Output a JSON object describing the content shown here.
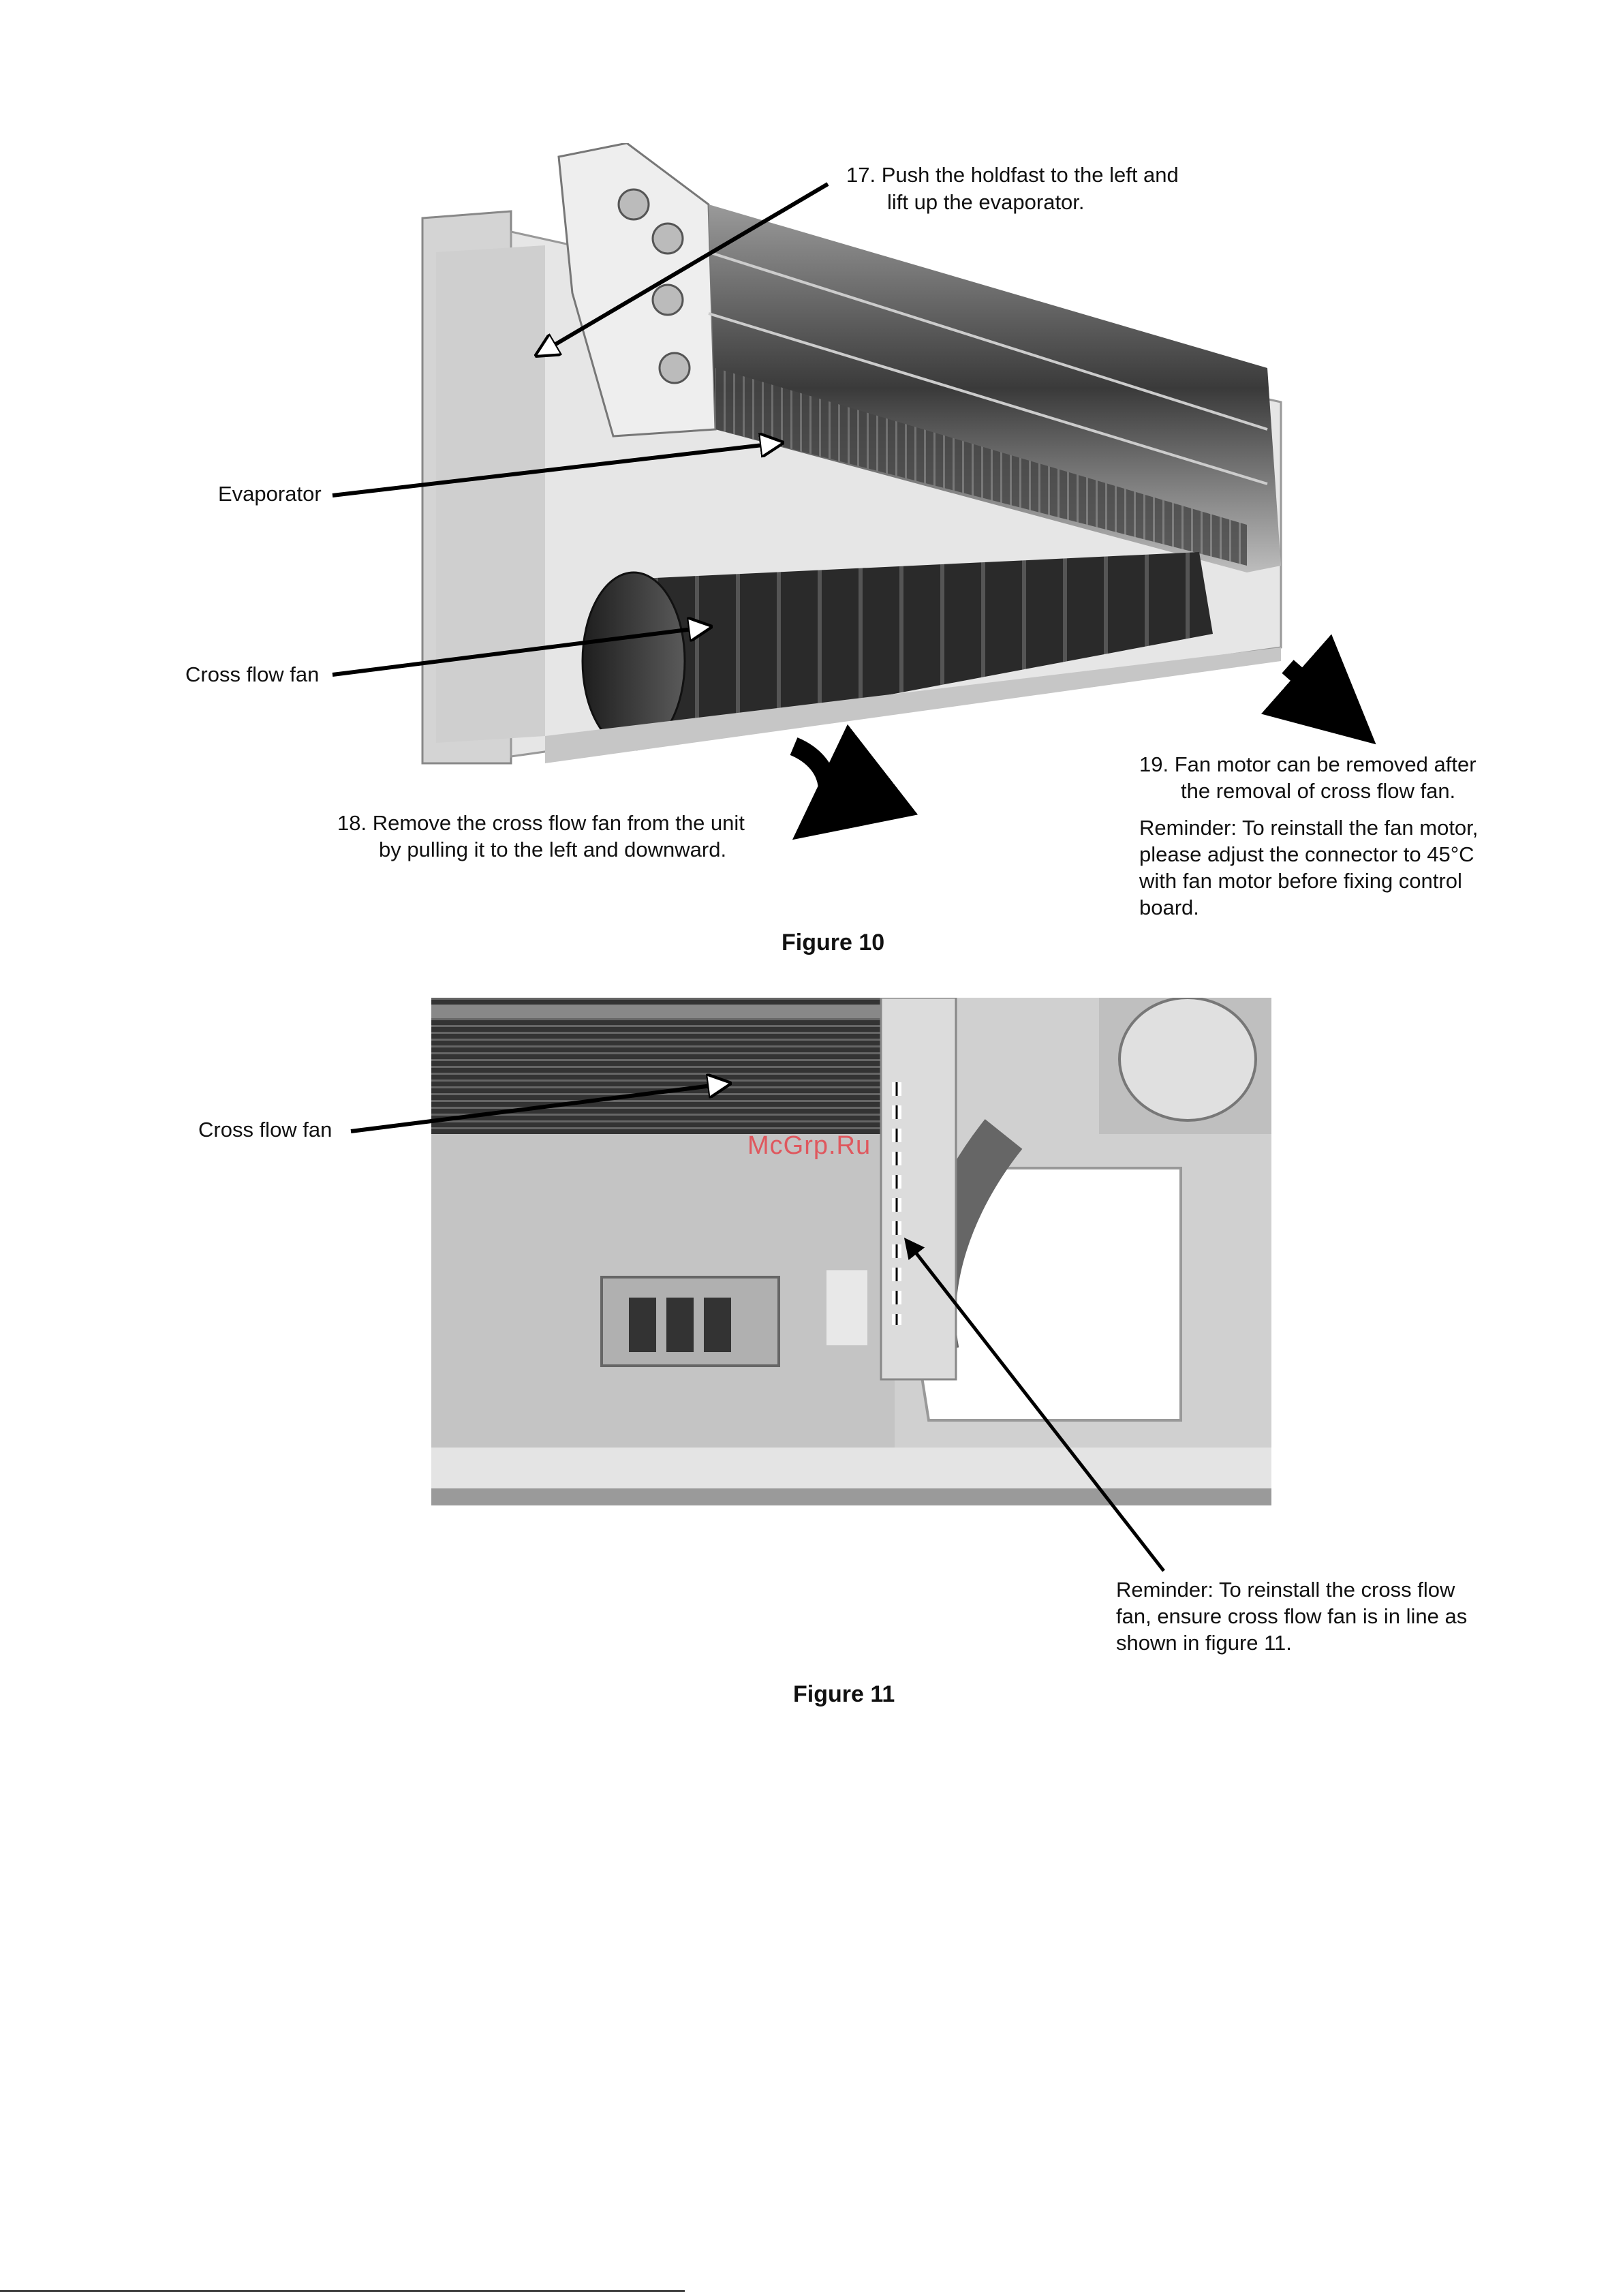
{
  "figure10": {
    "caption": "Figure 10",
    "step17": {
      "num": "17.",
      "line1": "Push the holdfast to the left and",
      "line2": "lift up the evaporator."
    },
    "evaporator_label": "Evaporator",
    "cross_flow_fan_label": "Cross flow fan",
    "step18": {
      "num": "18.",
      "line1": "Remove the cross flow fan from the unit",
      "line2": "by pulling it to the left and downward."
    },
    "step19": {
      "num": "19.",
      "line1": "Fan motor can be removed after",
      "line2": "the removal of cross flow fan."
    },
    "reminder": [
      "Reminder: To reinstall the fan motor,",
      "please adjust the connector to 45°C",
      "with fan motor before fixing control",
      "board."
    ]
  },
  "figure11": {
    "caption": "Figure 11",
    "cross_flow_fan_label": "Cross flow fan",
    "watermark": "McGrp.Ru",
    "reminder": [
      "Reminder: To reinstall the cross flow",
      "fan, ensure cross flow fan is in line as",
      "shown in figure 11."
    ]
  }
}
